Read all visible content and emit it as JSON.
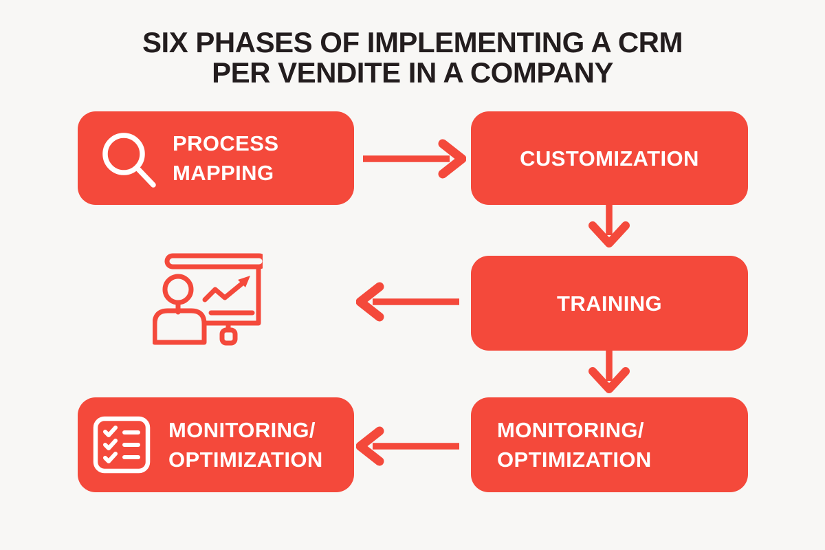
{
  "title": {
    "line1": "SIX PHASES OF IMPLEMENTING A CRM",
    "line2": "PER VENDITE IN A COMPANY"
  },
  "colors": {
    "accent_red": "#F4493B",
    "background": "#F8F7F5",
    "box_text": "#FFFFFF",
    "title_text": "#231D1E"
  },
  "phases": {
    "process_mapping": {
      "label": "PROCESS\nMAPPING",
      "icon": "magnifier-icon"
    },
    "customization": {
      "label": "CUSTOMIZATION"
    },
    "training": {
      "label": "TRAINING"
    },
    "monitoring_right": {
      "label": "MONITORING/\nOPTIMIZATION"
    },
    "monitoring_left": {
      "label": "MONITORING/\nOPTIMIZATION",
      "icon": "checklist-icon"
    }
  },
  "standalone_icons": {
    "presentation": "presentation-chart-icon"
  },
  "arrows": [
    {
      "name": "process-to-customization",
      "direction": "right"
    },
    {
      "name": "customization-to-training",
      "direction": "down"
    },
    {
      "name": "training-to-presentation",
      "direction": "left"
    },
    {
      "name": "training-to-monitoring",
      "direction": "down"
    },
    {
      "name": "monitoring-right-to-left",
      "direction": "left"
    }
  ]
}
